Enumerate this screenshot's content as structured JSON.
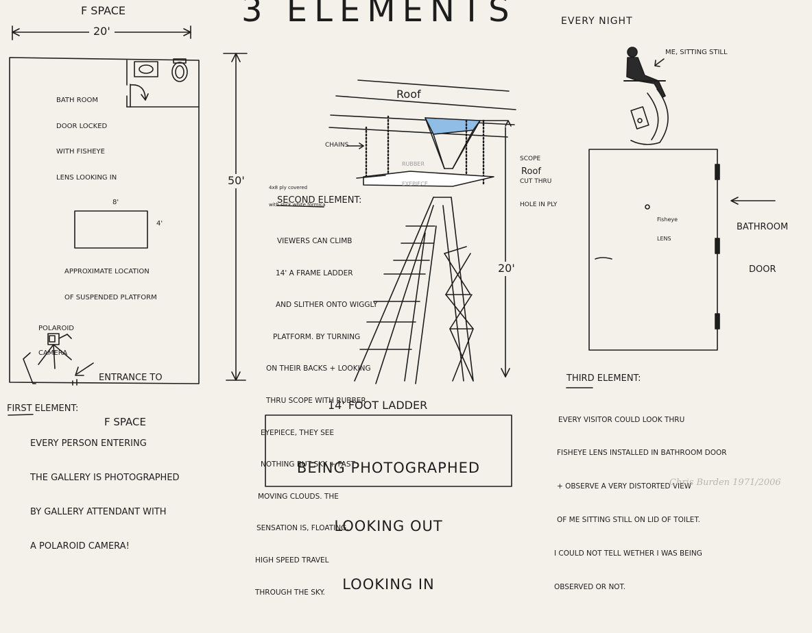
{
  "title": {
    "main": "3 ELEMENTS",
    "sub": "EVERY NIGHT"
  },
  "floor_plan": {
    "space_label": "F SPACE",
    "width_label": "20'",
    "length_label": "50'",
    "bathroom_note": [
      "BATH ROOM",
      "DOOR LOCKED",
      "with fisheye",
      "LENS LOOKING IN"
    ],
    "platform_width_label": "8'",
    "platform_depth_label": "4'",
    "platform_note": [
      "APPROXIMATE LOCATION",
      "of SUSPENDED PLATFORM"
    ],
    "camera_label": [
      "POLAROID",
      "CAMERA"
    ],
    "entrance_label": [
      "ENTRANCE TO",
      "F SPACE"
    ]
  },
  "first_element": {
    "heading": "FIRST ELEMENT:",
    "lines": [
      "EVERY PERSON ENTERING",
      "THE GALLERY IS photographED",
      "by GALLERY ATTENDANT with",
      "A Polaroid CAMERA!"
    ]
  },
  "platform_diagram": {
    "roof_label": "Roof",
    "chains_label": "CHAINS",
    "eyepiece_label": [
      "RUBBER",
      "EYEPIECE"
    ],
    "scope_label": [
      "SCOPE",
      "CUT THRU",
      "HOLE IN PLY"
    ],
    "roof_label_2": "Roof",
    "platform_label": [
      "4x8 ply covered",
      "with slick white formica"
    ]
  },
  "second_element": {
    "heading": "SECOND ELEMENT:",
    "lines": [
      "VIEWERS CAN CLIMB",
      "14' A FRAME LADDER",
      "AND SLITHER ONTO wiggly",
      "platforM. By TURNING",
      "ON THEIR BACKS + LOOKING",
      "thru SCOPE with Rubber",
      "EYEPIECE, they SEE",
      "NOTHING but sky + FAST",
      "MOVING clouds. THE",
      "SENSATION IS, FLOATING,",
      "HIGH SPEED TRAVEL",
      "through the sky."
    ],
    "height_label": "20'",
    "ladder_label": "14' FOOT LADDER"
  },
  "caption_box": {
    "lines": [
      "BEING PHOTOGRAPHED",
      "LOOKING OUT",
      "LOOKING IN"
    ]
  },
  "third_panel": {
    "me_label": "ME, SITTING STILL",
    "door_label": [
      "BATHROOM",
      "DOOR"
    ],
    "lens_label": [
      "Fisheye",
      "LENS"
    ]
  },
  "third_element": {
    "heading": "THIRD ELEMENT:",
    "lines": [
      "EVERY VISITOR COULD LOOK thru",
      "fisheye lens INSTALLED IN BATHROOM DOOR",
      "+ observe A VERY DISTORTED VIEW",
      "of ME SITTING STILL ON LID of TOILET.",
      "I COULD NOT TELL WETHER I WAS BEING",
      "observed OR NOT."
    ]
  },
  "signature": "Chris Burden 1971/2006"
}
